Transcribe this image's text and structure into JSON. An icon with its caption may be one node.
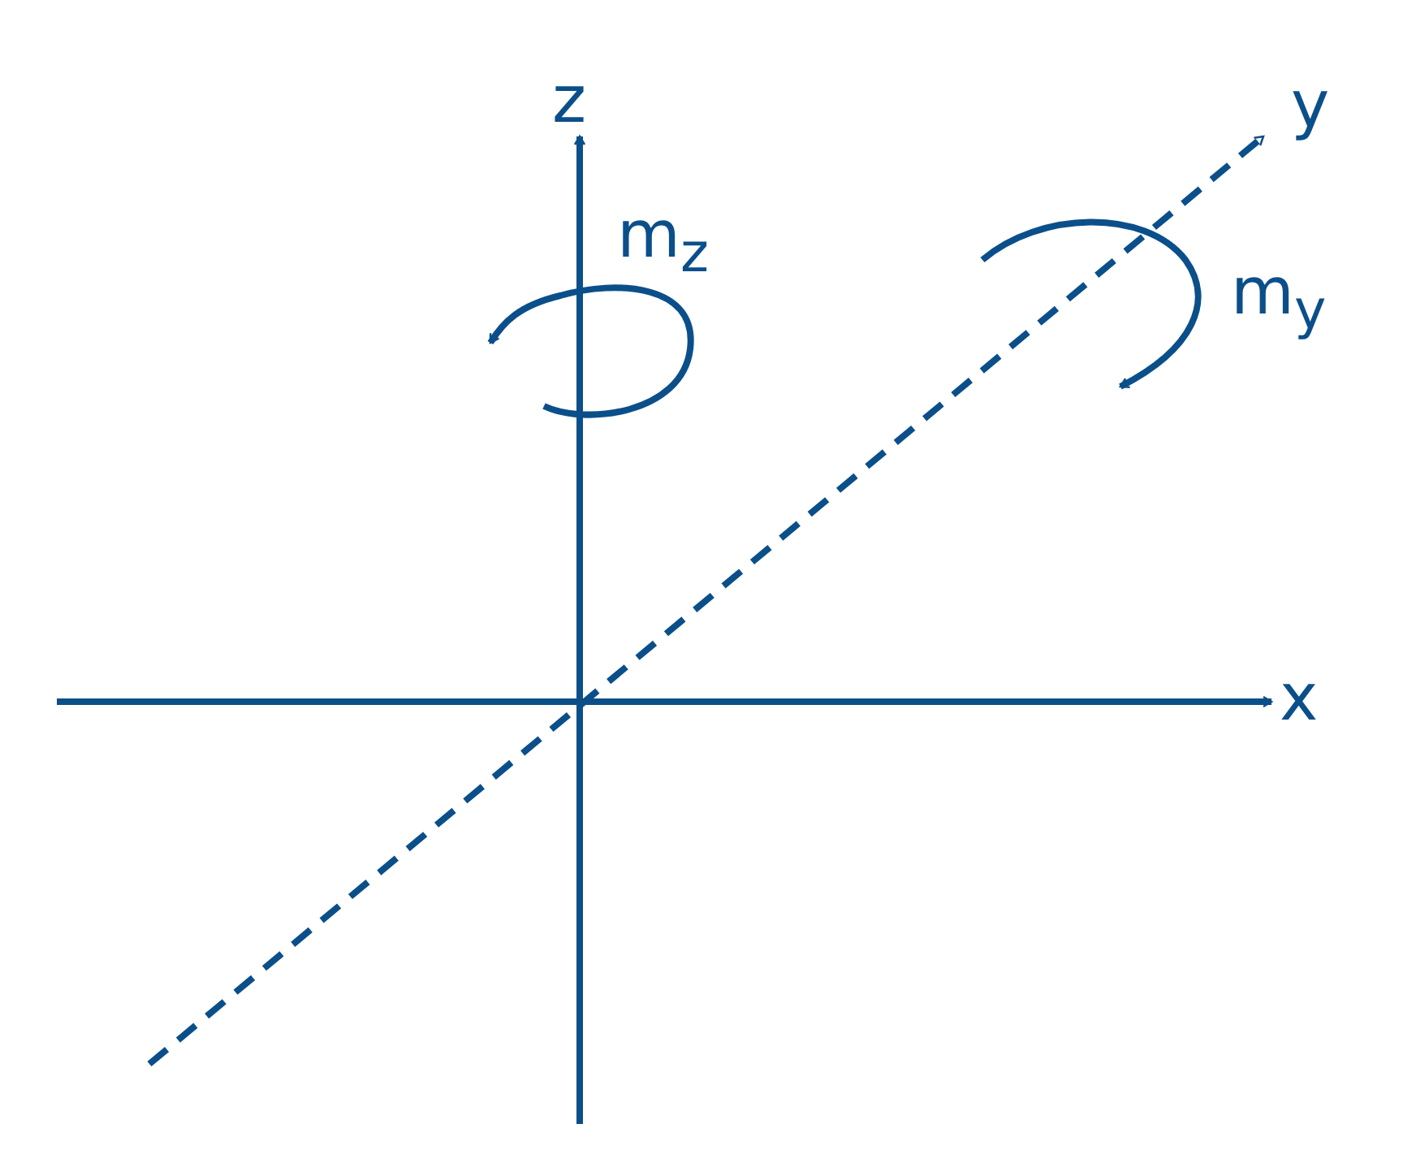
{
  "diagram": {
    "labels": [
      "z",
      "y",
      "x",
      "m$_{z}$",
      "m$_{y}$"
    ]
  }
}
